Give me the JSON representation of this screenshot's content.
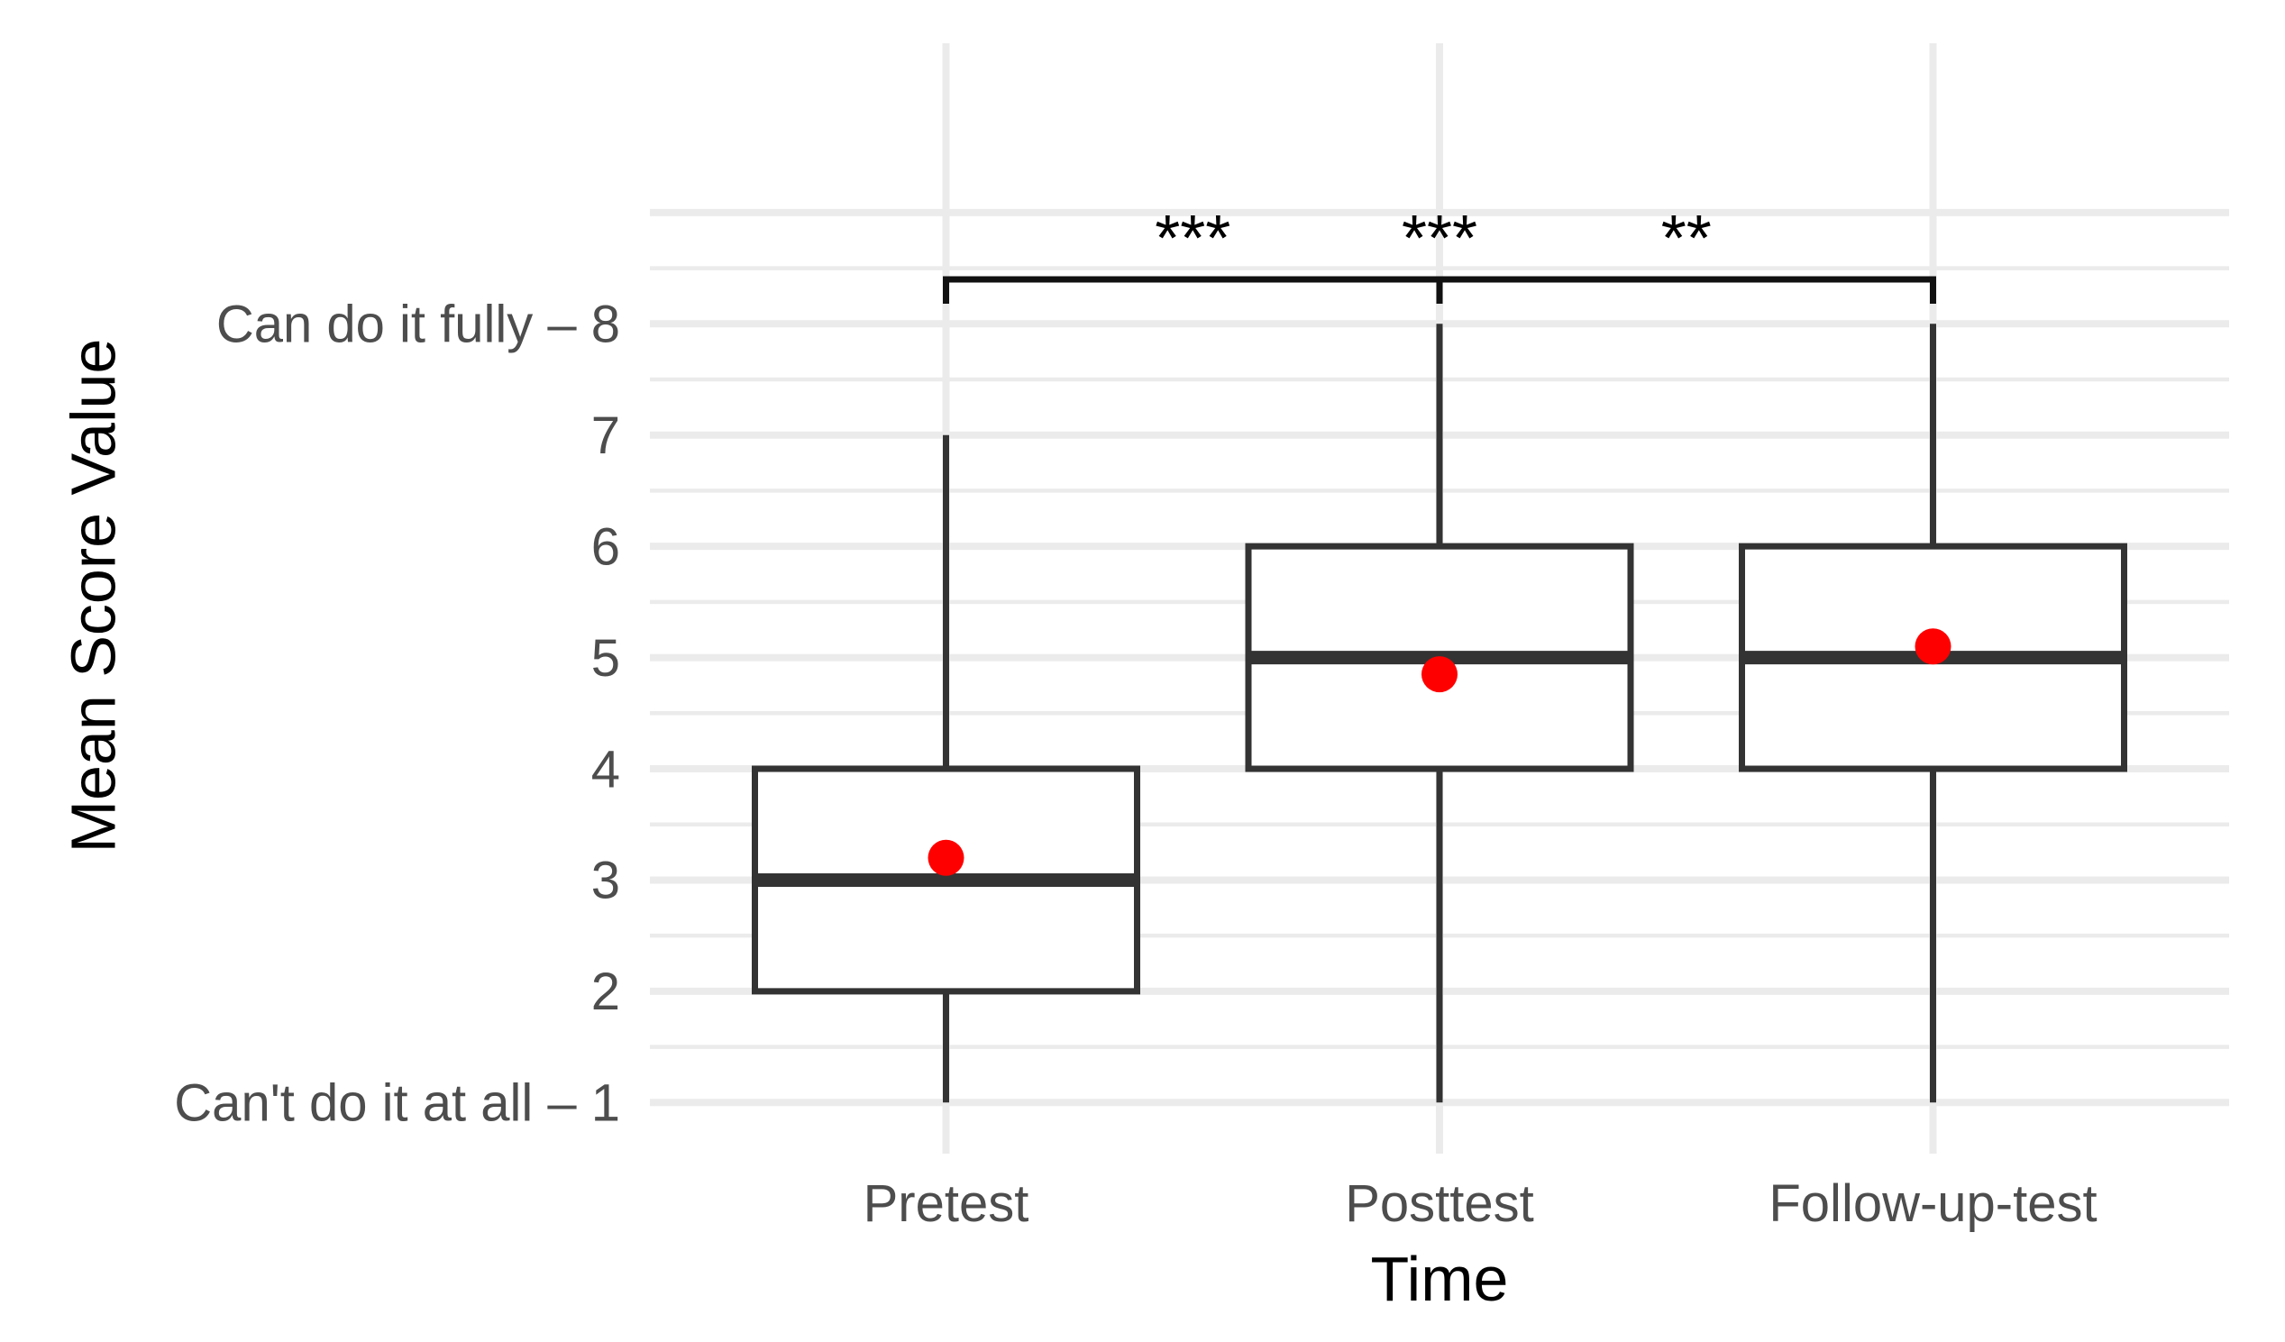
{
  "chart_data": {
    "type": "boxplot",
    "title": "",
    "xlabel": "Time",
    "ylabel": "Mean Score Value",
    "categories": [
      "Pretest",
      "Posttest",
      "Follow-up-test"
    ],
    "y_axis": {
      "ticks": [
        {
          "value": 8,
          "label": "Can do it fully – 8"
        },
        {
          "value": 7,
          "label": "7"
        },
        {
          "value": 6,
          "label": "6"
        },
        {
          "value": 5,
          "label": "5"
        },
        {
          "value": 4,
          "label": "4"
        },
        {
          "value": 3,
          "label": "3"
        },
        {
          "value": 2,
          "label": "2"
        },
        {
          "value": 1,
          "label": "Can't do it at all – 1"
        }
      ],
      "major_gridlines": [
        1,
        2,
        3,
        4,
        5,
        6,
        7,
        8,
        9
      ],
      "minor_gridlines": [
        1.5,
        2.5,
        3.5,
        4.5,
        5.5,
        6.5,
        7.5,
        8.5
      ],
      "range_shown": [
        0.55,
        10.5
      ]
    },
    "boxes": [
      {
        "category": "Pretest",
        "whisker_low": 1,
        "q1": 2,
        "median": 3,
        "q3": 4,
        "whisker_high": 7,
        "mean": 3.2
      },
      {
        "category": "Posttest",
        "whisker_low": 1,
        "q1": 4,
        "median": 5,
        "q3": 6,
        "whisker_high": 8,
        "mean": 4.85
      },
      {
        "category": "Follow-up-test",
        "whisker_low": 1,
        "q1": 4,
        "median": 5,
        "q3": 6,
        "whisker_high": 8,
        "mean": 5.1
      }
    ],
    "significance": [
      {
        "from": "Pretest",
        "to": "Posttest",
        "label": "***"
      },
      {
        "from": "Pretest",
        "to": "Follow-up-test",
        "label": "***"
      },
      {
        "from": "Posttest",
        "to": "Follow-up-test",
        "label": "**"
      }
    ],
    "legend": false,
    "grid": true,
    "colors": {
      "box_line": "#333333",
      "mean_point": "#ff0000",
      "gridline": "#ebebeb",
      "tick_text": "#4d4d4d",
      "title_text": "#000000",
      "bracket": "#111111",
      "box_fill": "#ffffff",
      "background": "#ffffff"
    }
  }
}
